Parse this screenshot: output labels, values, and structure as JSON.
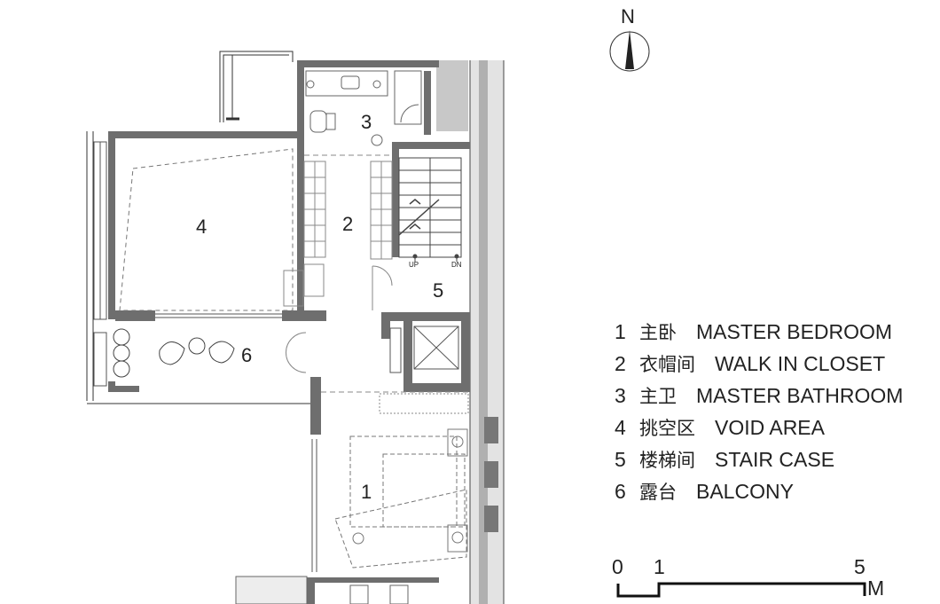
{
  "north": {
    "label": "N"
  },
  "rooms": [
    {
      "id": "1",
      "label": "1"
    },
    {
      "id": "2",
      "label": "2"
    },
    {
      "id": "3",
      "label": "3"
    },
    {
      "id": "4",
      "label": "4"
    },
    {
      "id": "5",
      "label": "5"
    },
    {
      "id": "6",
      "label": "6"
    }
  ],
  "stair": {
    "up": "UP",
    "dn": "DN"
  },
  "legend": [
    {
      "num": "1",
      "cn": "主卧",
      "en": "MASTER BEDROOM"
    },
    {
      "num": "2",
      "cn": "衣帽间",
      "en": "WALK IN CLOSET"
    },
    {
      "num": "3",
      "cn": "主卫",
      "en": "MASTER BATHROOM"
    },
    {
      "num": "4",
      "cn": "挑空区",
      "en": "VOID AREA"
    },
    {
      "num": "5",
      "cn": "楼梯间",
      "en": "STAIR CASE"
    },
    {
      "num": "6",
      "cn": "露台",
      "en": "BALCONY"
    }
  ],
  "scale": {
    "ticks": [
      "0",
      "1",
      "5"
    ],
    "unit": "M"
  },
  "colors": {
    "wall": "#6e6e6e",
    "line": "#333333",
    "shade": "#bdbdbd"
  }
}
